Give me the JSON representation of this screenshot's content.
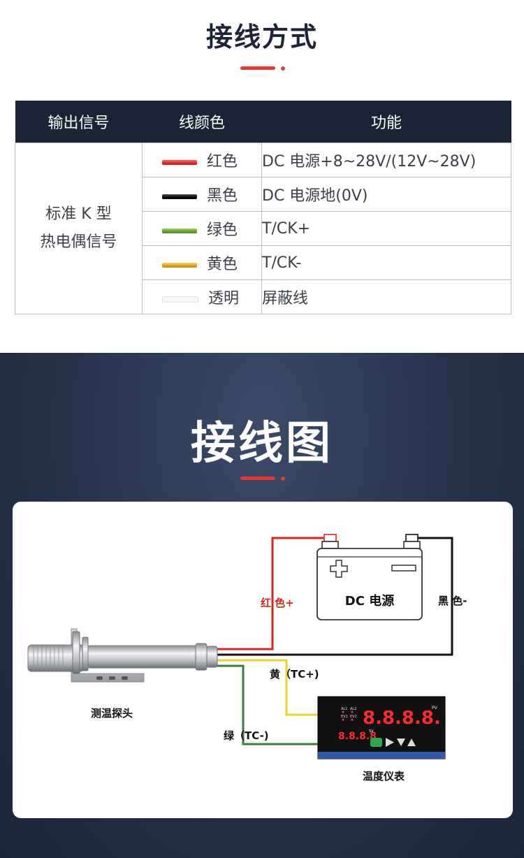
{
  "wiring_section": {
    "title": "接线方式",
    "table": {
      "headers": [
        "输出信号",
        "线颜色",
        "功能"
      ],
      "signal_type": [
        "标准 K 型",
        "热电偶信号"
      ],
      "rows": [
        {
          "color_name": "红色",
          "swatch": "#e8322d",
          "function": "DC 电源+8~28V/(12V~28V)"
        },
        {
          "color_name": "黑色",
          "swatch": "#111111",
          "function": "DC 电源地(0V)"
        },
        {
          "color_name": "绿色",
          "swatch": "#6aa832",
          "function": "T/CK+"
        },
        {
          "color_name": "黄色",
          "swatch": "#e1a81c",
          "function": "T/CK-"
        },
        {
          "color_name": "透明",
          "swatch": "#f4f4f4",
          "function": "屏蔽线"
        }
      ]
    }
  },
  "diagram_section": {
    "title": "接线图",
    "labels": {
      "power": "DC 电源",
      "red_wire": "红 色+",
      "black_wire": "黑 色-",
      "yellow_wire": "黄（TC+)",
      "green_wire": "绿（TC-)",
      "probe": "测温探头",
      "meter": "温度仪表",
      "meter_display_pv": "8.8.8.8.",
      "meter_display_sv": "8.8.8.8",
      "meter_pv_tag": "PV",
      "meter_sv_tag": "SV",
      "meter_al1": "AL1",
      "meter_al2": "AL2",
      "meter_ev1": "EV1",
      "meter_ev2": "EV2"
    },
    "colors": {
      "accent": "#e53a2f",
      "red_wire": "#d9261c",
      "black_wire": "#111111",
      "yellow_wire": "#e4d62a",
      "green_wire": "#3f7b3a",
      "dark_bg": "#25324a"
    }
  }
}
